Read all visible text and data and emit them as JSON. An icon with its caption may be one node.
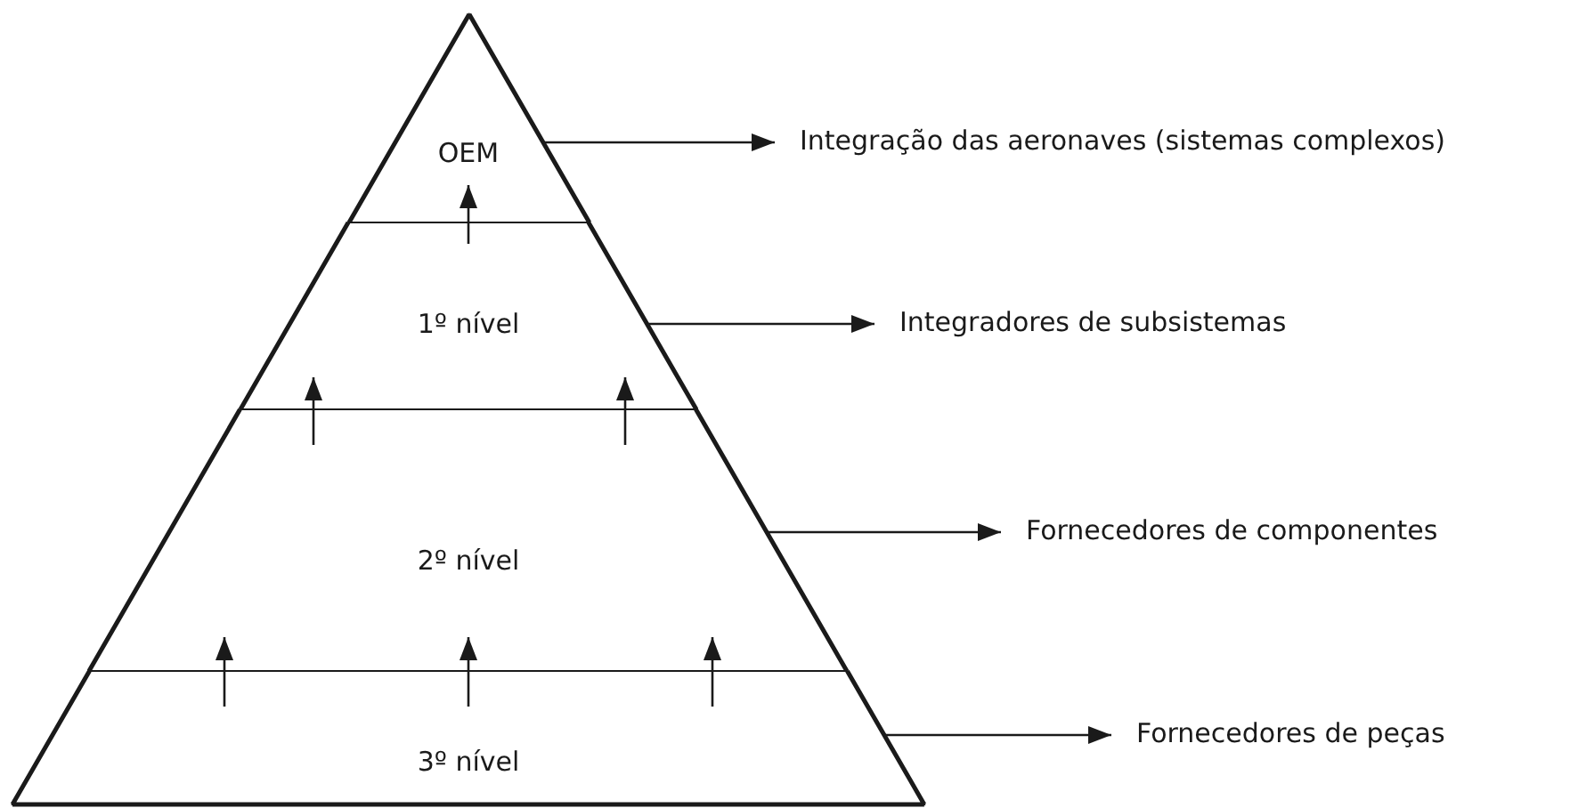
{
  "diagram": {
    "nodes": [
      {
        "text": [
          "OEM"
        ]
      },
      {
        "text": [
          "1º nível"
        ]
      },
      {
        "text": [
          "2º nível"
        ]
      },
      {
        "text": [
          "3º nível"
        ]
      },
      {
        "text": [
          "Integração das aeronaves (sistemas complexos)"
        ]
      },
      {
        "text": [
          "Integradores de subsistemas"
        ]
      },
      {
        "text": [
          "Fornecedores de componentes"
        ]
      },
      {
        "text": [
          "Fornecedores de peças"
        ]
      }
    ],
    "edges": [
      {
        "from": 0,
        "to": 4,
        "arrow": "to"
      },
      {
        "from": 1,
        "to": 5,
        "arrow": "to"
      },
      {
        "from": 2,
        "to": 6,
        "arrow": "to"
      },
      {
        "from": 3,
        "to": 7,
        "arrow": "to"
      },
      {
        "from": 1,
        "to": 0,
        "arrow": "to"
      },
      {
        "from": 2,
        "to": 1,
        "arrow": "to"
      },
      {
        "from": 2,
        "to": 1,
        "arrow": "to"
      },
      {
        "from": 3,
        "to": 2,
        "arrow": "to"
      },
      {
        "from": 3,
        "to": 2,
        "arrow": "to"
      },
      {
        "from": 3,
        "to": 2,
        "arrow": "to"
      }
    ]
  }
}
